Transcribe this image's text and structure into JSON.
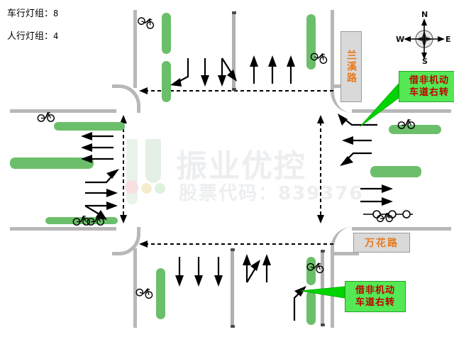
{
  "legend": {
    "vehicle_signal_label": "车行灯组：",
    "vehicle_signal_count": "8",
    "pedestrian_signal_label": "人行灯组：",
    "pedestrian_signal_count": "4"
  },
  "watermark": {
    "brand": "振业优控",
    "stock": "股票代码：839376"
  },
  "compass": {
    "north": "N",
    "south": "S",
    "east": "E",
    "west": "W"
  },
  "street_names": {
    "east_west": "万花路",
    "north_south": "兰溪路"
  },
  "callouts": [
    {
      "id": "northeast",
      "text_line1": "借非机动",
      "text_line2": "车道右转"
    },
    {
      "id": "southeast",
      "text_line1": "借非机动",
      "text_line2": "车道右转"
    }
  ],
  "colors": {
    "lane_bar_green": "#6cbf6a",
    "callout_green": "#54e854",
    "callout_text_red": "#c00000",
    "street_plate_gray": "#d9d9d9",
    "street_plate_text": "#e8791b",
    "curb_gray": "#b8b8b8",
    "arrow_black": "#000000",
    "watermark_gray": "#eceef0"
  },
  "icons": {
    "bicycle": "bicycle-icon",
    "compass": "compass-rose-icon",
    "arrow_straight": "straight-arrow-icon",
    "arrow_left": "left-turn-arrow-icon",
    "arrow_right": "right-turn-arrow-icon"
  },
  "approaches": {
    "north": {
      "exit_arrows": 3,
      "entry_arrows": [
        "left",
        "straight",
        "straight-right"
      ]
    },
    "south": {
      "exit_arrows": 3,
      "entry_arrows": [
        "left",
        "straight",
        "straight"
      ]
    },
    "west": {
      "exit_arrows": 3,
      "entry_arrows": [
        "left",
        "straight",
        "straight-right"
      ]
    },
    "east": {
      "exit_arrows": 2,
      "entry_arrows": [
        "left",
        "straight",
        "right"
      ]
    }
  }
}
